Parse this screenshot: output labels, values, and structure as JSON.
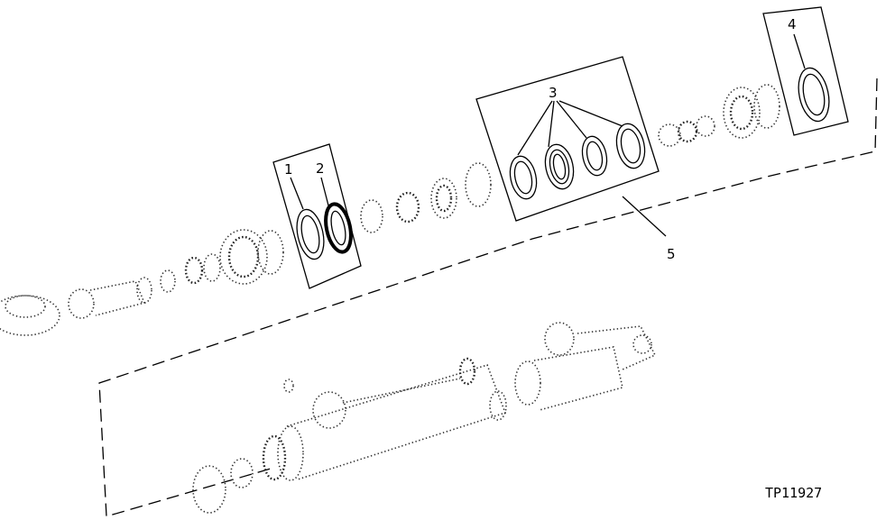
{
  "callouts": {
    "c1": "1",
    "c2": "2",
    "c3": "3",
    "c4": "4",
    "c5": "5"
  },
  "figure_id": "TP11927",
  "colors": {
    "ink": "#000000",
    "paper": "#ffffff"
  }
}
